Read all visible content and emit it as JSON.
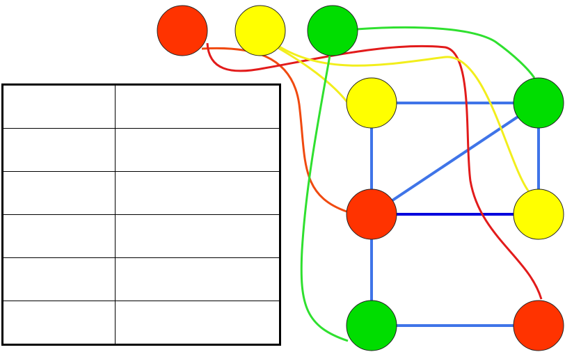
{
  "colors": {
    "red": "#ff3300",
    "yellow": "#ffff00",
    "green": "#00dd00",
    "edge_blue": "#3f74e8",
    "edge_dark_blue": "#0000dd",
    "curve_red": "#e21b1b",
    "curve_orange": "#f04a10",
    "curve_yellow": "#f2ee1c",
    "curve_green": "#2fe02f"
  },
  "palette": [
    {
      "id": "palette-red",
      "color": "red"
    },
    {
      "id": "palette-yellow",
      "color": "yellow"
    },
    {
      "id": "palette-green",
      "color": "green"
    }
  ],
  "graph": {
    "nodes": [
      {
        "id": "n-top-left",
        "color": "yellow"
      },
      {
        "id": "n-top-right",
        "color": "green"
      },
      {
        "id": "n-mid-left",
        "color": "red"
      },
      {
        "id": "n-mid-right",
        "color": "yellow"
      },
      {
        "id": "n-bottom-left",
        "color": "green"
      },
      {
        "id": "n-bottom-right",
        "color": "red"
      }
    ],
    "edges": [
      {
        "from": "n-top-left",
        "to": "n-top-right",
        "color": "edge_blue"
      },
      {
        "from": "n-top-left",
        "to": "n-mid-left",
        "color": "edge_blue"
      },
      {
        "from": "n-top-right",
        "to": "n-mid-left",
        "color": "edge_blue"
      },
      {
        "from": "n-top-right",
        "to": "n-mid-right",
        "color": "edge_blue"
      },
      {
        "from": "n-mid-left",
        "to": "n-mid-right",
        "color": "edge_dark_blue"
      },
      {
        "from": "n-mid-left",
        "to": "n-bottom-left",
        "color": "edge_blue"
      },
      {
        "from": "n-bottom-left",
        "to": "n-bottom-right",
        "color": "edge_blue"
      }
    ]
  },
  "assignments": [
    {
      "from": "palette-red",
      "to": "n-mid-left",
      "color": "curve_orange"
    },
    {
      "from": "palette-red",
      "to": "n-bottom-right",
      "color": "curve_red"
    },
    {
      "from": "palette-yellow",
      "to": "n-top-left",
      "color": "curve_yellow"
    },
    {
      "from": "palette-yellow",
      "to": "n-mid-right",
      "color": "curve_yellow"
    },
    {
      "from": "palette-green",
      "to": "n-top-right",
      "color": "curve_green"
    },
    {
      "from": "palette-green",
      "to": "n-bottom-left",
      "color": "curve_green"
    }
  ],
  "table": {
    "rows": [
      [
        "",
        ""
      ],
      [
        "",
        ""
      ],
      [
        "",
        ""
      ],
      [
        "",
        ""
      ],
      [
        "",
        ""
      ],
      [
        "",
        ""
      ]
    ]
  }
}
